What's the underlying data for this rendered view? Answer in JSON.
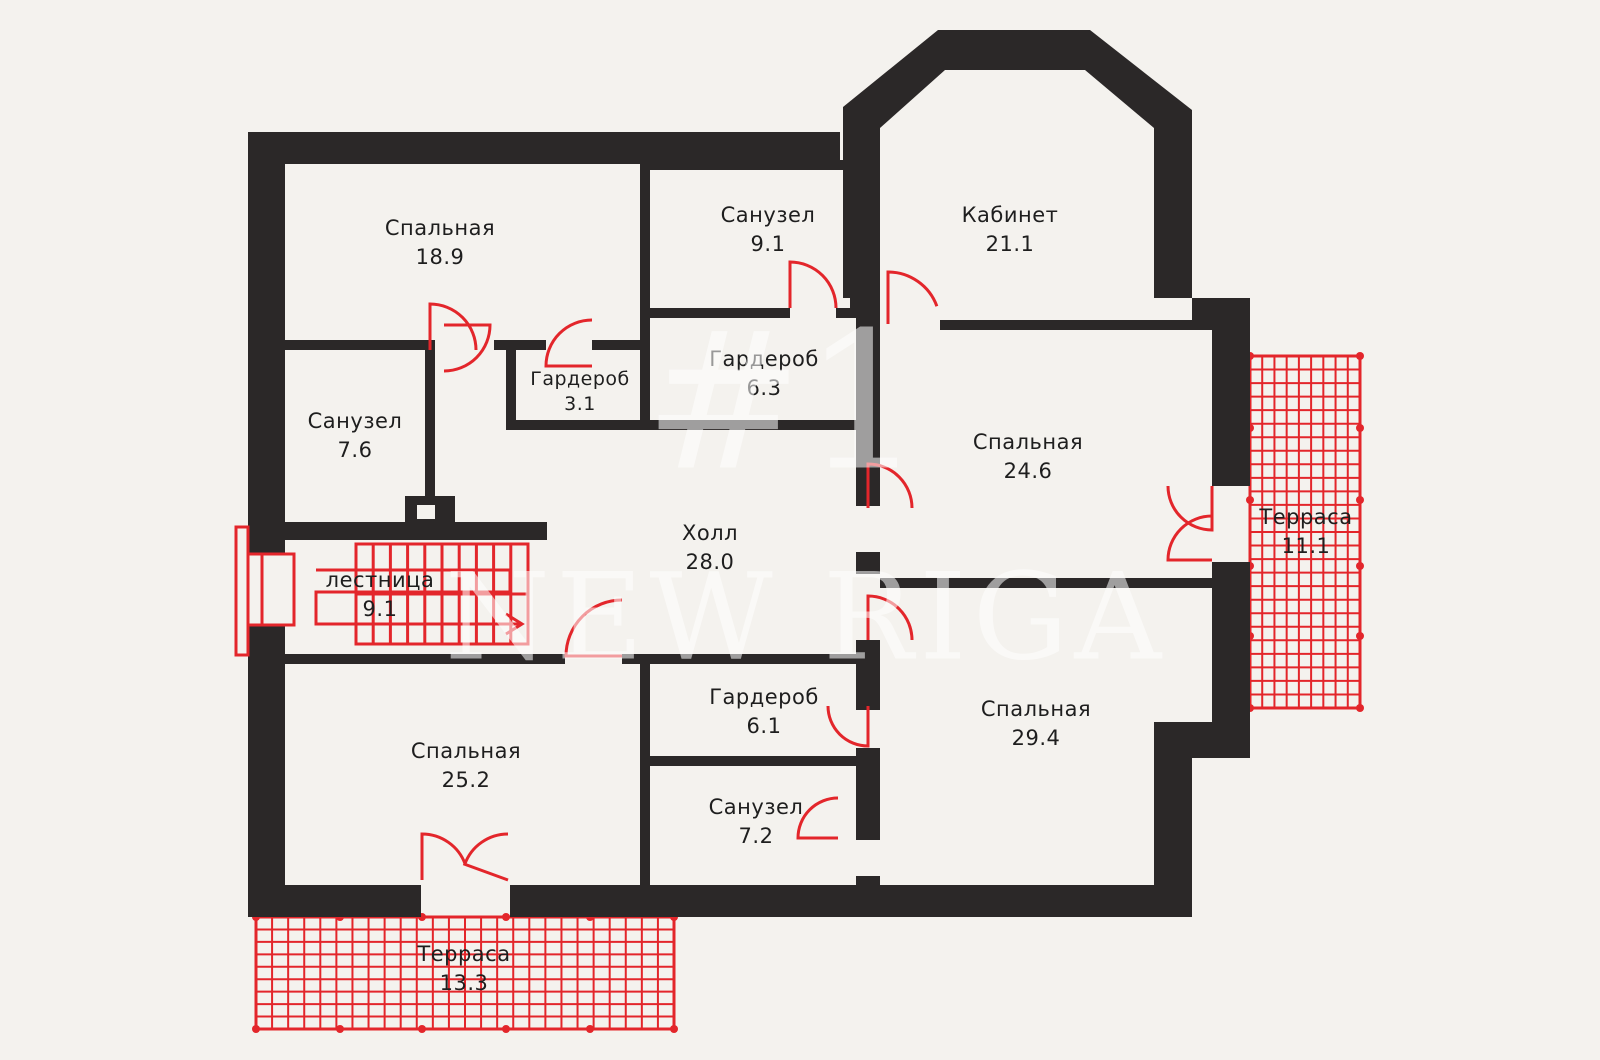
{
  "plan": {
    "colors": {
      "wall": "#2b2828",
      "accent": "#e3262b",
      "background": "#f4f2ee"
    },
    "rooms": [
      {
        "id": "bedroom-1",
        "name": "Спальная",
        "area": "18.9"
      },
      {
        "id": "bathroom-1",
        "name": "Санузел",
        "area": "9.1"
      },
      {
        "id": "study",
        "name": "Кабинет",
        "area": "21.1"
      },
      {
        "id": "wardrobe-1",
        "name": "Гардероб",
        "area": "3.1"
      },
      {
        "id": "bathroom-2",
        "name": "Санузел",
        "area": "7.6"
      },
      {
        "id": "wardrobe-2",
        "name": "Гардероб",
        "area": "6.3"
      },
      {
        "id": "bedroom-2",
        "name": "Спальная",
        "area": "24.6"
      },
      {
        "id": "hall",
        "name": "Холл",
        "area": "28.0"
      },
      {
        "id": "terrace-right",
        "name": "Терраса",
        "area": "11.1"
      },
      {
        "id": "stairs",
        "name": "лестница",
        "area": "9.1"
      },
      {
        "id": "wardrobe-3",
        "name": "Гардероб",
        "area": "6.1"
      },
      {
        "id": "bedroom-3",
        "name": "Спальная",
        "area": "29.4"
      },
      {
        "id": "bedroom-4",
        "name": "Спальная",
        "area": "25.2"
      },
      {
        "id": "bathroom-3",
        "name": "Санузел",
        "area": "7.2"
      },
      {
        "id": "terrace-bottom",
        "name": "Терраса",
        "area": "13.3"
      }
    ],
    "watermark": {
      "line1": "#1",
      "line2": "NEW RIGA"
    }
  }
}
